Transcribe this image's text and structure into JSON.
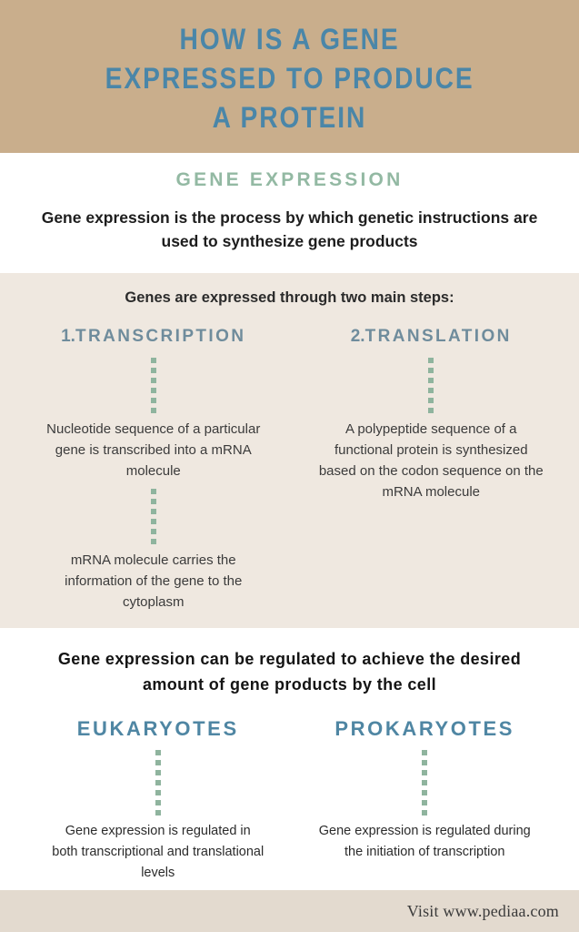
{
  "header": {
    "title_lines": [
      "HOW IS A GENE",
      "EXPRESSED TO PRODUCE",
      "A PROTEIN"
    ],
    "background_color": "#C9AE8C",
    "title_color": "#4A86A8"
  },
  "intro": {
    "heading": "GENE EXPRESSION",
    "heading_color": "#93B9A3",
    "body": "Gene expression is the process by which genetic instructions are used to synthesize gene products"
  },
  "steps": {
    "lead": "Genes are expressed through two main steps:",
    "heading_color": "#6F8C9C",
    "dot_color": "#8FB49E",
    "background_color": "#EFE8E0",
    "columns": [
      {
        "number": "1.",
        "heading": "TRANSCRIPTION",
        "blocks": [
          "Nucleotide sequence of a particular gene is transcribed into a mRNA molecule",
          "mRNA molecule carries the information of the gene to the cytoplasm"
        ]
      },
      {
        "number": "2.",
        "heading": "TRANSLATION",
        "blocks": [
          "A polypeptide sequence of a functional protein is synthesized based on the codon sequence on the mRNA molecule"
        ]
      }
    ]
  },
  "regulation": {
    "lead": "Gene expression can be regulated to achieve the desired amount of gene products by the cell",
    "heading_color": "#4F86A3",
    "columns": [
      {
        "heading": "EUKARYOTES",
        "text": "Gene expression is regulated in both transcriptional and translational levels"
      },
      {
        "heading": "PROKARYOTES",
        "text": "Gene expression is regulated during the initiation of transcription"
      }
    ]
  },
  "footer": {
    "text": "Visit www.pediaa.com",
    "background_color": "#E3DACF"
  }
}
